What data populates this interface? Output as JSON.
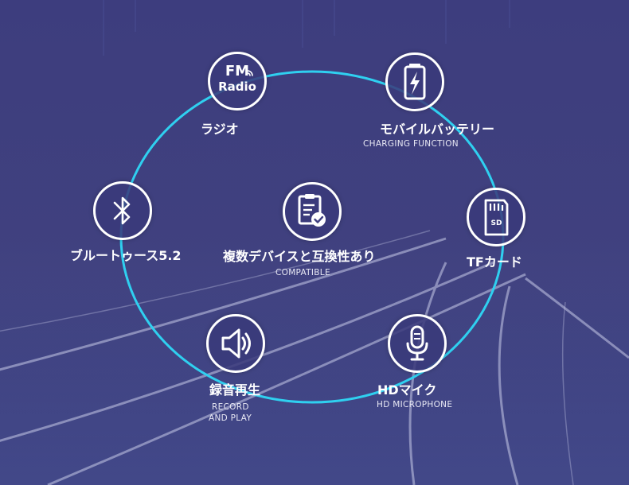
{
  "colors": {
    "background": "#3f3f80",
    "ring": "#2fd0f0",
    "icon_stroke": "#ffffff",
    "text": "#ffffff"
  },
  "features": {
    "fm_radio": {
      "icon": "fm-radio-icon",
      "icon_text_line1": "FM",
      "icon_text_line2": "Radio",
      "label": "ラジオ"
    },
    "mobile_battery": {
      "icon": "battery-charging-icon",
      "label": "モバイルバッテリー",
      "sublabel": "CHARGING FUNCTION"
    },
    "bluetooth": {
      "icon": "bluetooth-icon",
      "label": "ブルートゥース5.2"
    },
    "compatibility": {
      "icon": "clipboard-check-icon",
      "label": "複数デバイスと互換性あり",
      "sublabel": "COMPATIBLE"
    },
    "tf_card": {
      "icon": "sd-card-icon",
      "icon_text": "SD",
      "label": "TFカード"
    },
    "record_play": {
      "icon": "speaker-icon",
      "label": "録音再生",
      "sublabel_line1": "RECORD",
      "sublabel_line2": "AND PLAY"
    },
    "hd_mic": {
      "icon": "microphone-icon",
      "label": "HDマイク",
      "sublabel": "HD MICROPHONE"
    }
  }
}
